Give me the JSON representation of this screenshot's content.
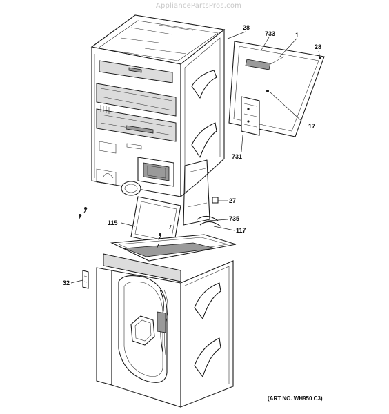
{
  "watermark": "AppliancePartsPros.com",
  "art_number": "(ART NO. WH950 C3)",
  "callouts": {
    "c28_top": "28",
    "c733": "733",
    "c1": "1",
    "c28_right": "28",
    "c17": "17",
    "c731": "731",
    "c27": "27",
    "c735": "735",
    "c115": "115",
    "c117": "117",
    "c32": "32"
  }
}
